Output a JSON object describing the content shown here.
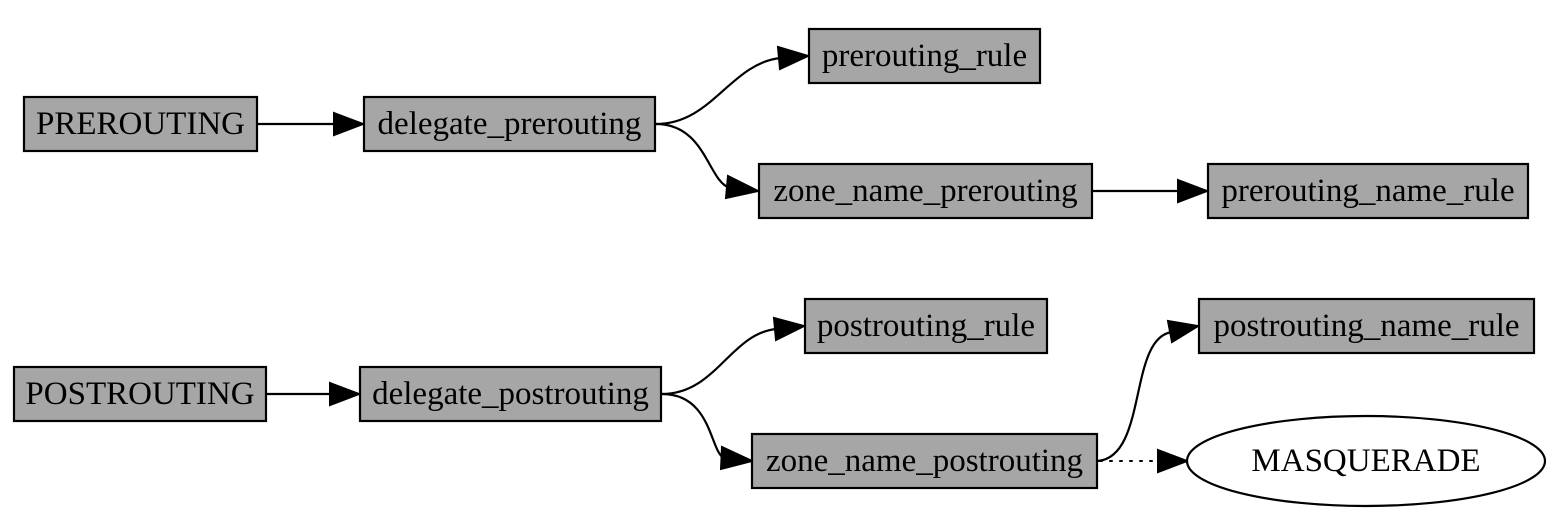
{
  "diagram": {
    "nodes": {
      "prerouting": "PREROUTING",
      "delegate_prerouting": "delegate_prerouting",
      "prerouting_rule": "prerouting_rule",
      "zone_name_prerouting": "zone_name_prerouting",
      "prerouting_name_rule": "prerouting_name_rule",
      "postrouting": "POSTROUTING",
      "delegate_postrouting": "delegate_postrouting",
      "postrouting_rule": "postrouting_rule",
      "zone_name_postrouting": "zone_name_postrouting",
      "postrouting_name_rule": "postrouting_name_rule",
      "masquerade": "MASQUERADE"
    },
    "edges": [
      {
        "from": "PREROUTING",
        "to": "delegate_prerouting",
        "style": "solid"
      },
      {
        "from": "delegate_prerouting",
        "to": "prerouting_rule",
        "style": "solid"
      },
      {
        "from": "delegate_prerouting",
        "to": "zone_name_prerouting",
        "style": "solid"
      },
      {
        "from": "zone_name_prerouting",
        "to": "prerouting_name_rule",
        "style": "solid"
      },
      {
        "from": "POSTROUTING",
        "to": "delegate_postrouting",
        "style": "solid"
      },
      {
        "from": "delegate_postrouting",
        "to": "postrouting_rule",
        "style": "solid"
      },
      {
        "from": "delegate_postrouting",
        "to": "zone_name_postrouting",
        "style": "solid"
      },
      {
        "from": "zone_name_postrouting",
        "to": "postrouting_name_rule",
        "style": "solid"
      },
      {
        "from": "zone_name_postrouting",
        "to": "MASQUERADE",
        "style": "dotted"
      }
    ],
    "colors": {
      "node_fill": "#a6a6a6",
      "ellipse_fill": "#ffffff",
      "stroke": "#000000"
    }
  }
}
